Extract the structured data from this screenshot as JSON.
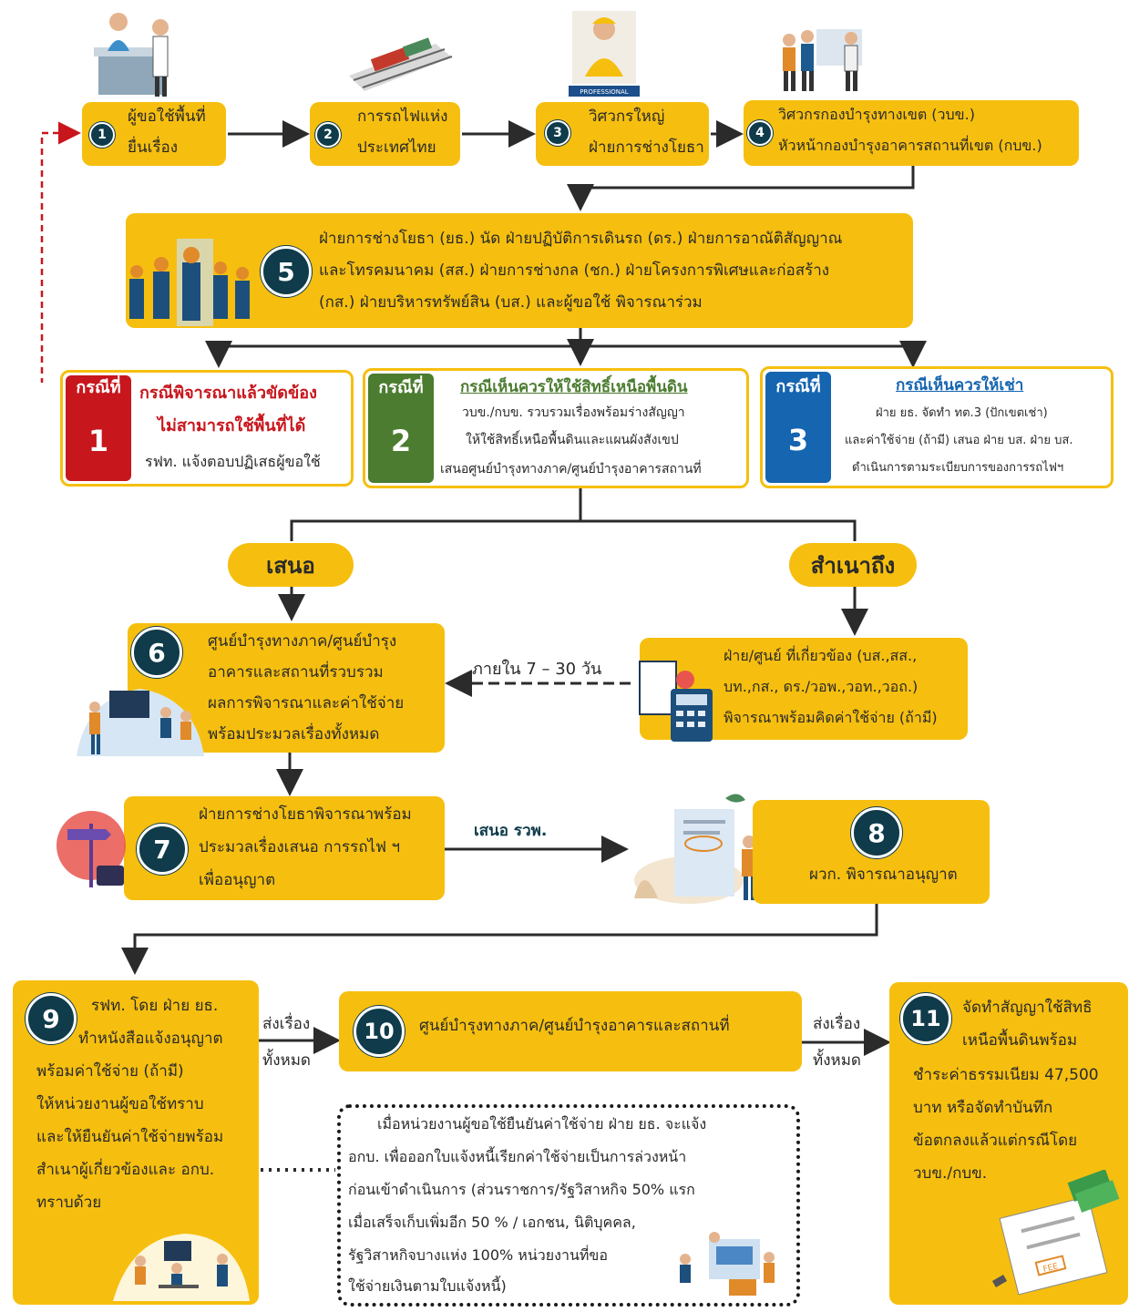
{
  "steps": {
    "s1": {
      "num": "1",
      "line1": "ผู้ขอใช้พื้นที่",
      "line2": "ยื่นเรื่อง"
    },
    "s2": {
      "num": "2",
      "line1": "การรถไฟแห่ง",
      "line2": "ประเทศไทย"
    },
    "s3": {
      "num": "3",
      "line1": "วิศวกรใหญ่",
      "line2": "ฝ่ายการช่างโยธา"
    },
    "s4": {
      "num": "4",
      "line1": "วิศวกรกองบำรุงทางเขต (วบข.)",
      "line2": "หัวหน้ากองบำรุงอาคารสถานที่เขต (กบข.)"
    },
    "s5": {
      "num": "5",
      "line1": "ฝ่ายการช่างโยธา (ยธ.) นัด ฝ่ายปฏิบัติการเดินรถ (ดร.) ฝ่ายการอาณัติสัญญาณ",
      "line2": "และโทรคมนาคม (สส.) ฝ่ายการช่างกล (ชก.) ฝ่ายโครงการพิเศษและก่อสร้าง",
      "line3": "(กส.) ฝ่ายบริหารทรัพย์สิน (บส.) และผู้ขอใช้ พิจารณาร่วม"
    },
    "s6": {
      "num": "6",
      "line1": "ศูนย์บำรุงทางภาค/ศูนย์บำรุง",
      "line2": "อาคารและสถานที่รวบรวม",
      "line3": "ผลการพิจารณาและค่าใช้จ่าย",
      "line4": "พร้อมประมวลเรื่องทั้งหมด"
    },
    "s7": {
      "num": "7",
      "line1": "ฝ่ายการช่างโยธาพิจารณาพร้อม",
      "line2": "ประมวลเรื่องเสนอ การรถไฟ ฯ",
      "line3": "เพื่ออนุญาต"
    },
    "s8": {
      "num": "8",
      "line1": "ผวก. พิจารณาอนุญาต"
    },
    "s9": {
      "num": "9",
      "line1": "รฟท. โดย ฝ่าย ยธ.",
      "line2": "ทำหนังสือแจ้งอนุญาต",
      "line3": "พร้อมค่าใช้จ่าย (ถ้ามี)",
      "line4": "ให้หน่วยงานผู้ขอใช้ทราบ",
      "line5": "และให้ยืนยันค่าใช้จ่ายพร้อม",
      "line6": "สำเนาผู้เกี่ยวข้องและ อกบ.",
      "line7": "ทราบด้วย"
    },
    "s10": {
      "num": "10",
      "line1": "ศูนย์บำรุงทางภาค/ศูนย์บำรุงอาคารและสถานที่"
    },
    "s11": {
      "num": "11",
      "line1": "จัดทำสัญญาใช้สิทธิ",
      "line2": "เหนือพื้นดินพร้อม",
      "line3": "ชำระค่าธรรมเนียม 47,500",
      "line4": "บาท หรือจัดทำบันทึก",
      "line5": "ข้อตกลงแล้วแต่กรณีโดย",
      "line6": "วบข./กบข."
    }
  },
  "cases": {
    "c1": {
      "tag": "กรณีที่",
      "num": "1",
      "title1": "กรณีพิจารณาแล้วขัดข้อง",
      "title2": "ไม่สามารถใช้พื้นที่ได้",
      "body1": "รฟท. แจ้งตอบปฏิเสธผู้ขอใช้",
      "color": "#c8161d"
    },
    "c2": {
      "tag": "กรณีที่",
      "num": "2",
      "title1": "กรณีเห็นควรให้ใช้สิทธิ์เหนือพื้นดิน",
      "body1": "วบข./กบข. รวบรวมเรื่องพร้อมร่างสัญญา",
      "body2": "ให้ใช้สิทธิ์เหนือพื้นดินและแผนผังสังเขป",
      "body3": "เสนอศูนย์บำรุงทางภาค/ศูนย์บำรุงอาคารสถานที่",
      "color": "#4b7c2f"
    },
    "c3": {
      "tag": "กรณีที่",
      "num": "3",
      "title1": "กรณีเห็นควรให้เช่า",
      "body1": "ฝ่าย ยธ. จัดทำ ทต.3 (ปักเขตเช่า)",
      "body2": "และค่าใช้จ่าย (ถ้ามี) เสนอ ฝ่าย บส. ฝ่าย บส.",
      "body3": "ดำเนินการตามระเบียบการของการรถไฟฯ",
      "color": "#1565b0"
    }
  },
  "labels": {
    "propose": "เสนอ",
    "copy_to": "สำเนาถึง",
    "within_days": "ภายใน 7 – 30 วัน",
    "propose_srt": "เสนอ รวพ.",
    "send_all_a1": "ส่งเรื่อง",
    "send_all_a2": "ทั้งหมด",
    "send_all_b1": "ส่งเรื่อง",
    "send_all_b2": "ทั้งหมด"
  },
  "related": {
    "line1": "ฝ่าย/ศูนย์ ที่เกี่ยวข้อง (บส.,สส.,",
    "line2": "บท.,กส., ดร./วอพ.,วอท.,วอถ.)",
    "line3": "พิจารณาพร้อมคิดค่าใช้จ่าย (ถ้ามี)"
  },
  "note": {
    "line1": "เมื่อหน่วยงานผู้ขอใช้ยืนยันค่าใช้จ่าย ฝ่าย ยธ. จะแจ้ง",
    "line2": "อกบ. เพื่อออกใบแจ้งหนี้เรียกค่าใช้จ่ายเป็นการล่วงหน้า",
    "line3": "ก่อนเข้าดำเนินการ (ส่วนราชการ/รัฐวิสาหกิจ 50% แรก",
    "line4": "เมื่อเสร็จเก็บเพิ่มอีก 50 % / เอกชน, นิติบุคคล,",
    "line5": "รัฐวิสาหกิจบางแห่ง 100% หน่วยงานที่ขอ",
    "line6": "ใช้จ่ายเงินตามใบแจ้งหนี้)"
  },
  "illustration_text": {
    "professional": "PROFESSIONAL",
    "fee": "FEE"
  },
  "colors": {
    "yellow": "#f6bf0f",
    "navy": "#0f3b4a",
    "red": "#c8161d",
    "green": "#4b7c2f",
    "blue": "#1565b0"
  },
  "icons": [
    "officer-desk-icon",
    "train-icon",
    "engineer-icon",
    "workers-icon",
    "team-icon",
    "presentation-icon",
    "calculator-icon",
    "signpost-icon",
    "document-review-icon",
    "office-icon",
    "money-document-icon"
  ]
}
